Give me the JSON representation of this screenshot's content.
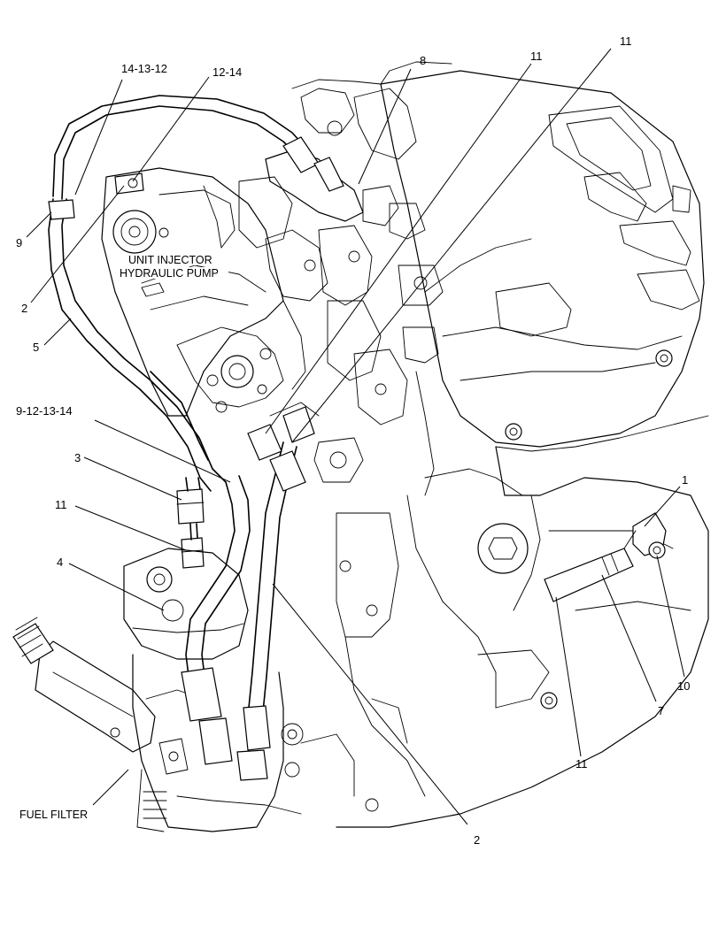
{
  "callouts": {
    "c_14_13_12": "14-13-12",
    "c_12_14": "12-14",
    "c_8": "8",
    "c_11_a": "11",
    "c_11_b": "11",
    "c_9": "9",
    "c_2_top": "2",
    "c_5": "5",
    "c_9_12_13_14": "9-12-13-14",
    "c_3": "3",
    "c_11_c": "11",
    "c_4": "4",
    "c_1": "1",
    "c_10": "10",
    "c_7": "7",
    "c_11_d": "11",
    "c_2_bottom": "2"
  },
  "labels": {
    "unit_injector_line1": "UNIT INJECTOR",
    "unit_injector_line2": "HYDRAULIC PUMP",
    "fuel_filter": "FUEL FILTER"
  }
}
